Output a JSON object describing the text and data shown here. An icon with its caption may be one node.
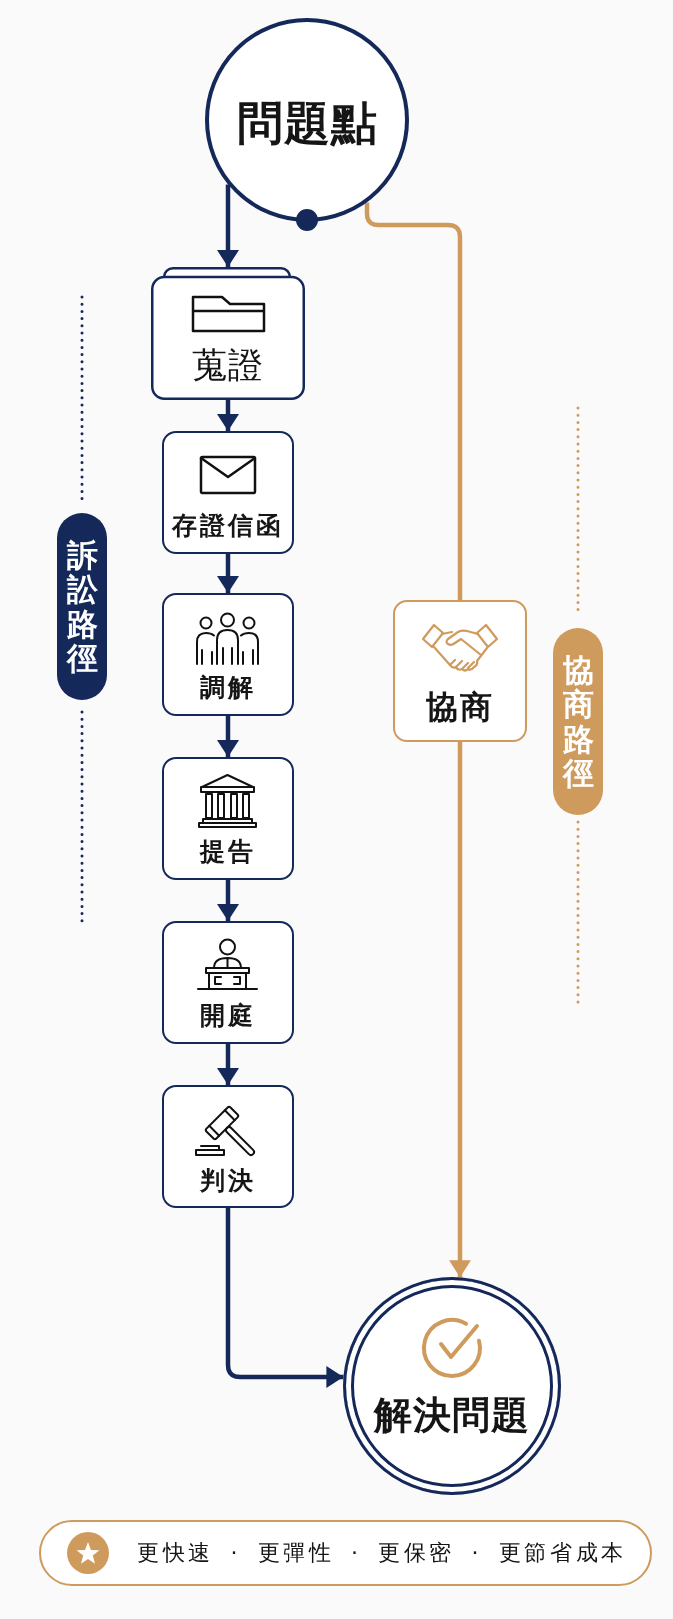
{
  "diagram": {
    "nodes": [
      {
        "text": [
          "問題點"
        ]
      },
      {
        "text": [
          "蒐證"
        ]
      },
      {
        "text": [
          "存證信函"
        ]
      },
      {
        "text": [
          "調解"
        ]
      },
      {
        "text": [
          "提告"
        ]
      },
      {
        "text": [
          "開庭"
        ]
      },
      {
        "text": [
          "判決"
        ]
      },
      {
        "text": [
          "協商"
        ]
      },
      {
        "text": [
          "訴訟路徑"
        ]
      },
      {
        "text": [
          "協商路徑"
        ]
      },
      {
        "text": [
          "解決問題"
        ]
      },
      {
        "text": [
          "更快速 · 更彈性 · 更保密 · 更節省成本"
        ]
      }
    ],
    "edges": [
      {
        "from": 0,
        "to": 1,
        "arrow": "to"
      },
      {
        "from": 0,
        "to": 7,
        "arrow": "none",
        "color": "#cf9b5c"
      },
      {
        "from": 1,
        "to": 2,
        "arrow": "to"
      },
      {
        "from": 2,
        "to": 3,
        "arrow": "to"
      },
      {
        "from": 3,
        "to": 4,
        "arrow": "to"
      },
      {
        "from": 4,
        "to": 5,
        "arrow": "to"
      },
      {
        "from": 5,
        "to": 6,
        "arrow": "to"
      },
      {
        "from": 6,
        "to": 10,
        "arrow": "to"
      },
      {
        "from": 7,
        "to": 10,
        "arrow": "to",
        "color": "#cf9b5c"
      }
    ]
  }
}
